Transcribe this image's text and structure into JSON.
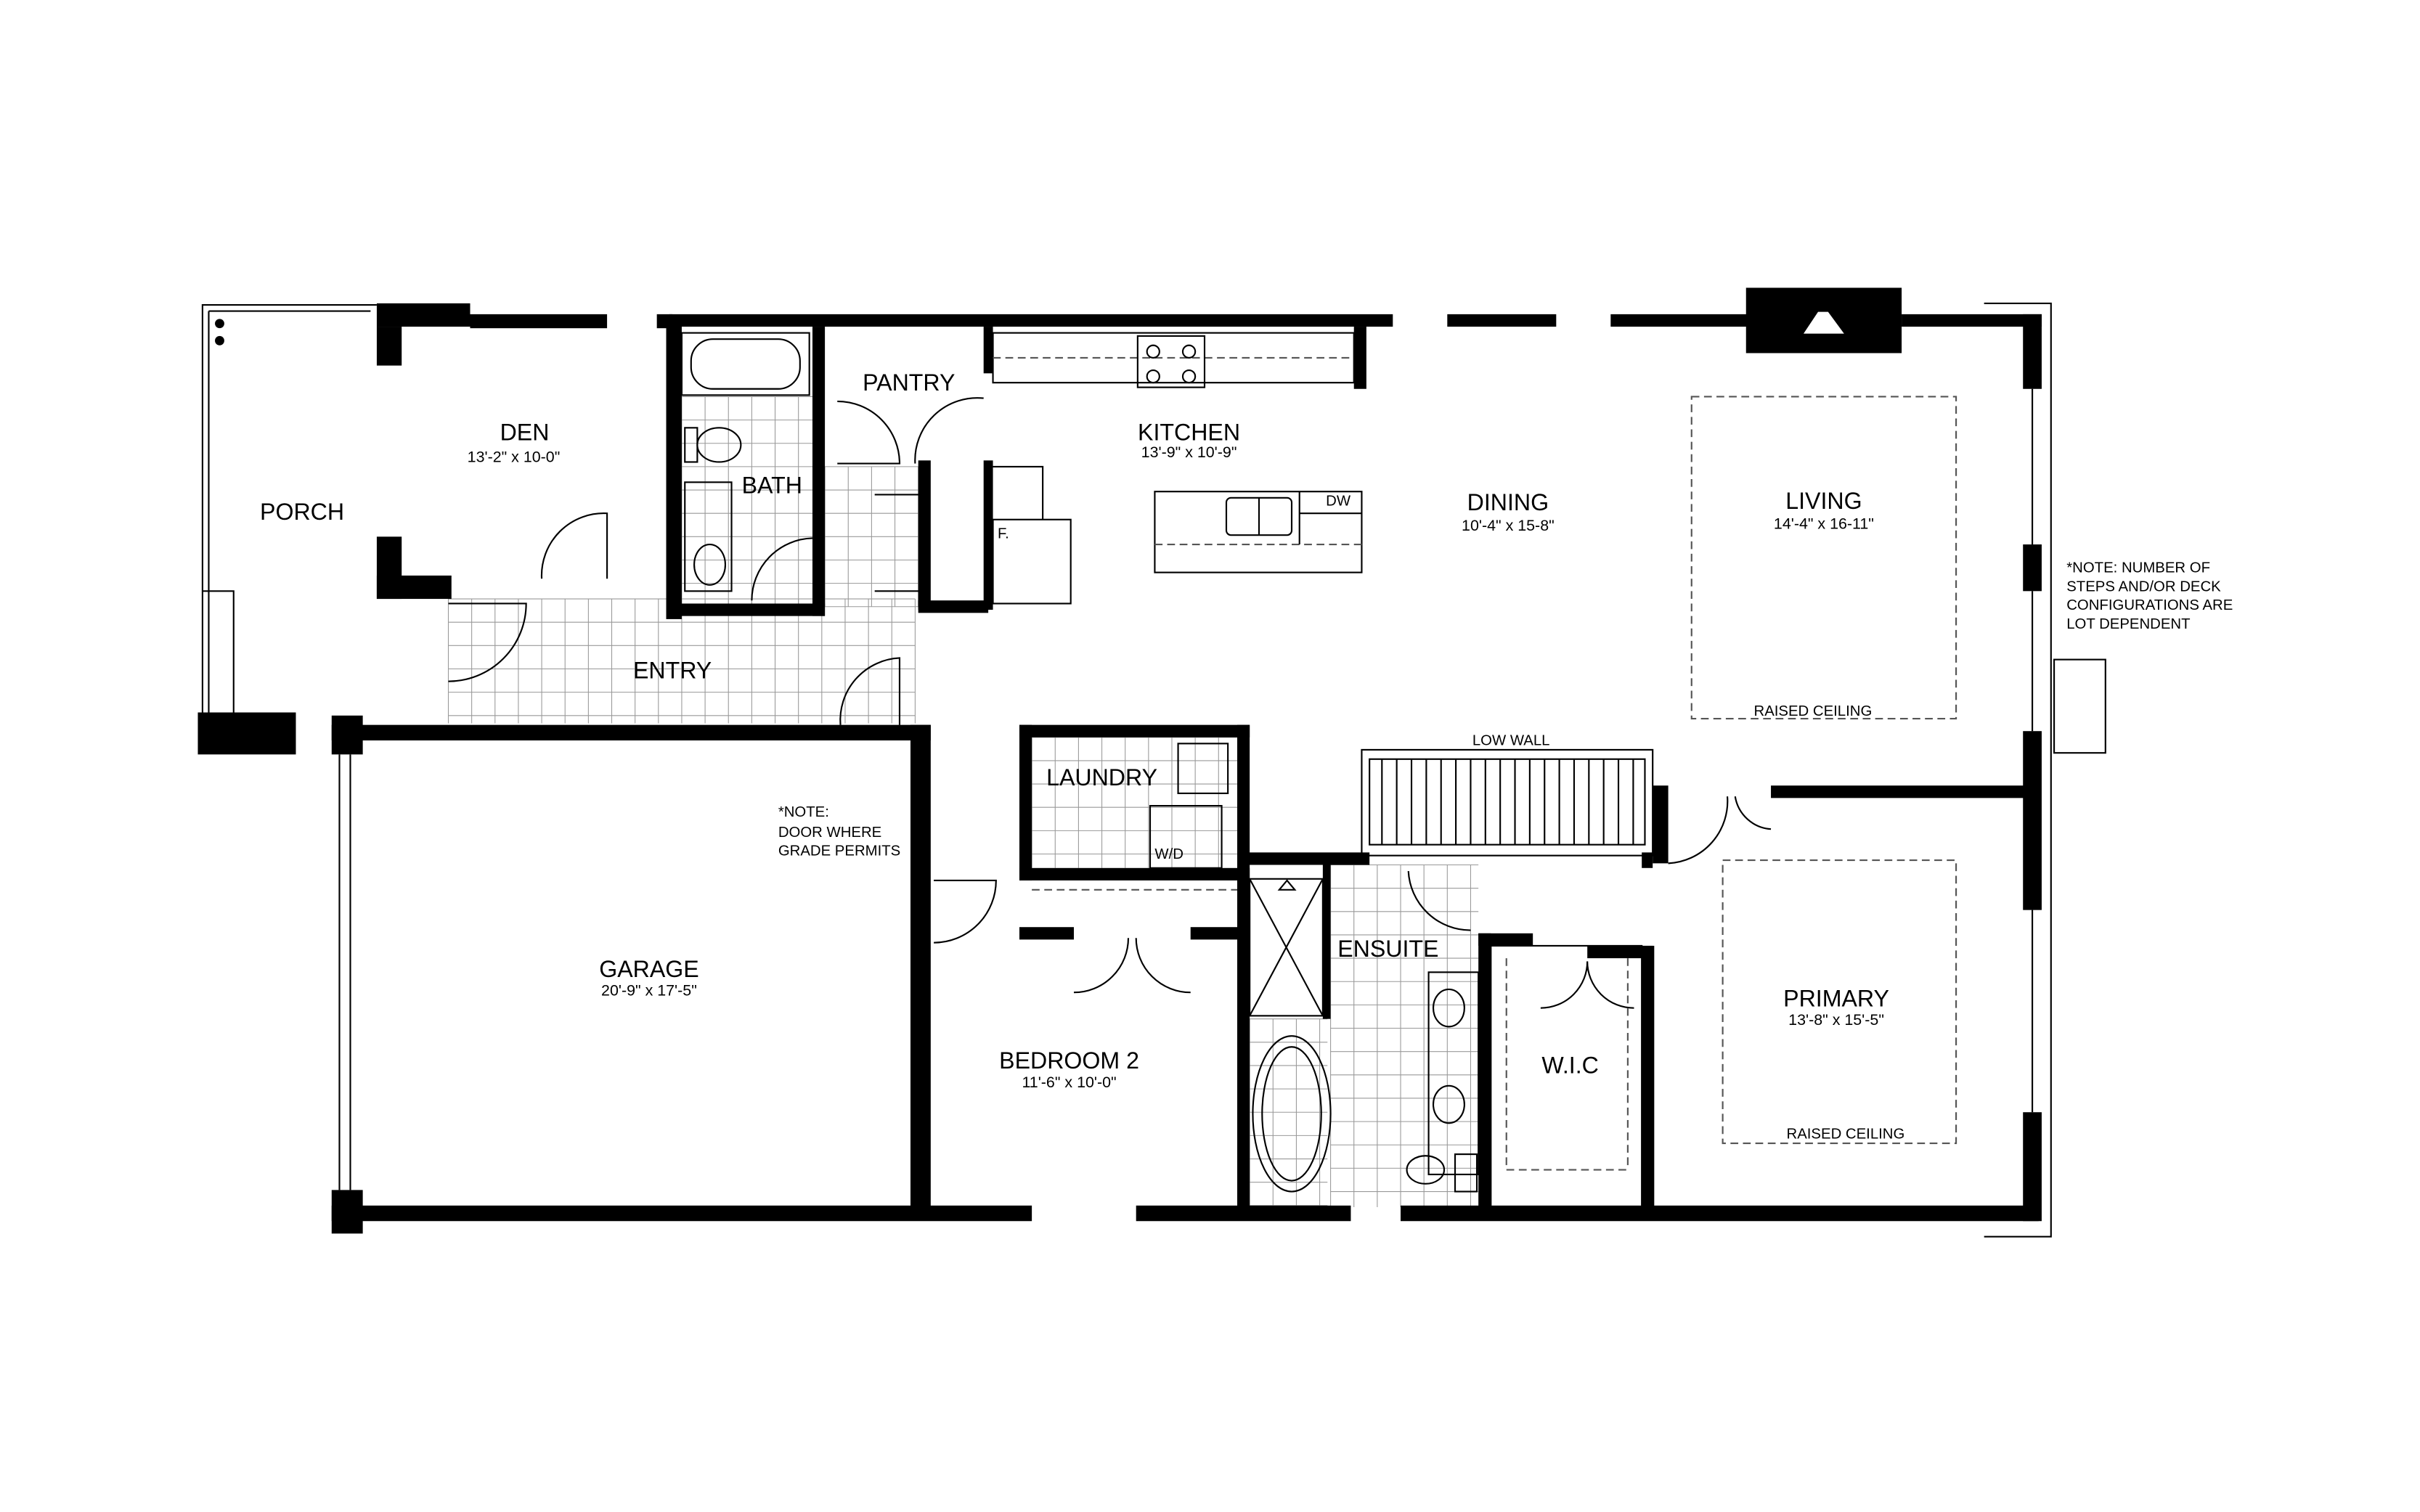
{
  "rooms": {
    "porch": {
      "name": "PORCH"
    },
    "den": {
      "name": "DEN",
      "size": "13'-2\" x 10-0\""
    },
    "bath": {
      "name": "BATH"
    },
    "pantry": {
      "name": "PANTRY"
    },
    "kitchen": {
      "name": "KITCHEN",
      "size": "13'-9\" x 10'-9\""
    },
    "dining": {
      "name": "DINING",
      "size": "10'-4\" x 15-8\""
    },
    "living": {
      "name": "LIVING",
      "size": "14'-4\" x 16-11\"",
      "ceiling": "RAISED CEILING"
    },
    "entry": {
      "name": "ENTRY"
    },
    "laundry": {
      "name": "LAUNDRY"
    },
    "garage": {
      "name": "GARAGE",
      "size": "20'-9\" x 17'-5\""
    },
    "bedroom2": {
      "name": "BEDROOM 2",
      "size": "11'-6\" x 10'-0\""
    },
    "ensuite": {
      "name": "ENSUITE"
    },
    "wic": {
      "name": "W.I.C"
    },
    "primary": {
      "name": "PRIMARY",
      "size": "13'-8\" x 15'-5\"",
      "ceiling": "RAISED CEILING"
    }
  },
  "fixtures": {
    "dishwasher": "DW",
    "fridge": "F.",
    "washer_dryer": "W/D",
    "low_wall": "LOW WALL"
  },
  "notes": {
    "garage_door": [
      "*NOTE:",
      "DOOR WHERE",
      "GRADE PERMITS"
    ],
    "deck": [
      "*NOTE: NUMBER OF",
      "STEPS AND/OR DECK",
      "CONFIGURATIONS ARE",
      "LOT DEPENDENT"
    ]
  }
}
